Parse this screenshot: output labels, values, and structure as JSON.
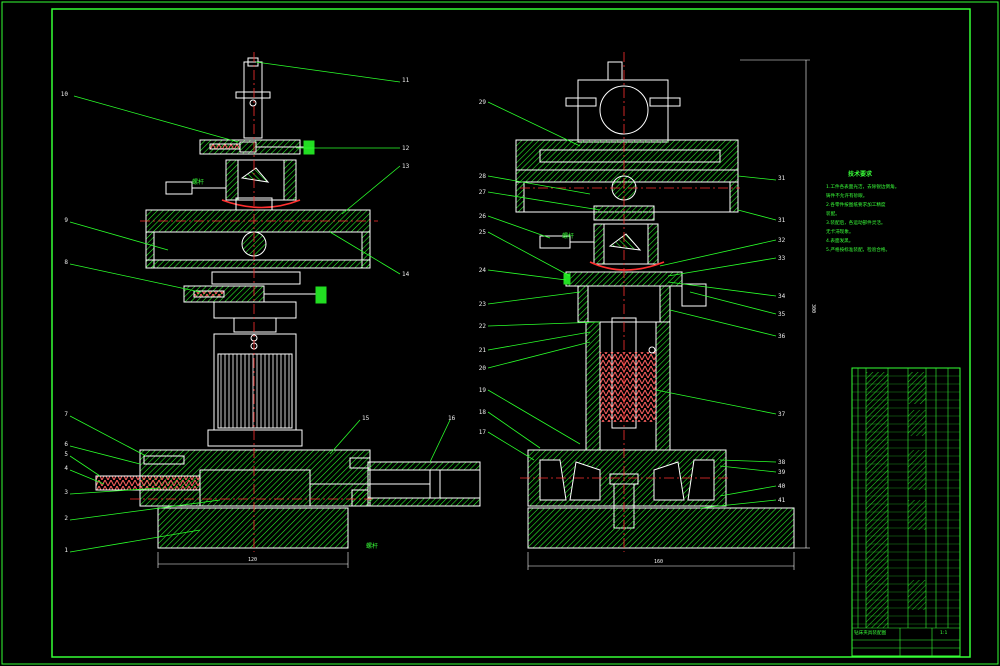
{
  "left_view": {
    "part_labels_left": [
      "10",
      "9",
      "8",
      "7",
      "6",
      "5",
      "4",
      "3",
      "2",
      "1"
    ],
    "part_labels_right": [
      "11",
      "12",
      "13",
      "14",
      "15",
      "16"
    ],
    "dimension_width": "120",
    "cn_notes": [
      "螺杆",
      "螺杆"
    ]
  },
  "right_view": {
    "part_labels_left": [
      "29",
      "28",
      "27",
      "26",
      "25",
      "24",
      "23",
      "22",
      "21",
      "20",
      "19",
      "18",
      "17"
    ],
    "part_labels_right": [
      "31",
      "31",
      "32",
      "33",
      "34",
      "35",
      "36",
      "37",
      "38",
      "39",
      "40",
      "41"
    ],
    "dimension_width": "160",
    "dimension_height": "300",
    "cn_note": "螺杆"
  },
  "tech_requirements": {
    "title": "技术要求",
    "items": [
      "1.工件各表面光洁，去除锐边倒角。",
      "   铸件不允许有砂眼。",
      "2.各零件按图纸要求加工精度",
      "   装配。",
      "3.装配后，各运动部件灵活。",
      "   无卡滞现象。",
      "4.表面发黑。",
      "5.严格按标准装配，检验合格。"
    ]
  },
  "title_block": {
    "left_bottom_text": "钻床夹具装配图",
    "right_bottom_text": "1:1"
  },
  "colors": {
    "frame": "#35ff35",
    "drawing": "#ffffff",
    "hatch": "#2aff2a",
    "centerline": "#ff3030",
    "leader": "#2aff2a",
    "handle": "#22dd22",
    "spring": "#ff6060"
  }
}
